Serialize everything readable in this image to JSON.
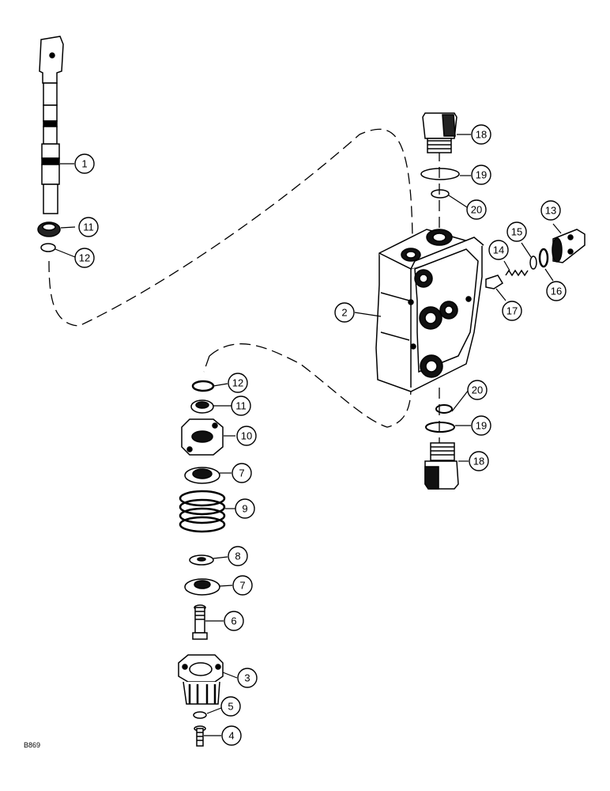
{
  "figure_code": "B869",
  "callouts": [
    {
      "id": "c1",
      "number": "1"
    },
    {
      "id": "c11a",
      "number": "11"
    },
    {
      "id": "c12a",
      "number": "12"
    },
    {
      "id": "c18a",
      "number": "18"
    },
    {
      "id": "c19a",
      "number": "19"
    },
    {
      "id": "c20a",
      "number": "20"
    },
    {
      "id": "c13",
      "number": "13"
    },
    {
      "id": "c14",
      "number": "14"
    },
    {
      "id": "c15",
      "number": "15"
    },
    {
      "id": "c16",
      "number": "16"
    },
    {
      "id": "c17",
      "number": "17"
    },
    {
      "id": "c2",
      "number": "2"
    },
    {
      "id": "c12b",
      "number": "12"
    },
    {
      "id": "c11b",
      "number": "11"
    },
    {
      "id": "c10",
      "number": "10"
    },
    {
      "id": "c20b",
      "number": "20"
    },
    {
      "id": "c19b",
      "number": "19"
    },
    {
      "id": "c18b",
      "number": "18"
    },
    {
      "id": "c7a",
      "number": "7"
    },
    {
      "id": "c9",
      "number": "9"
    },
    {
      "id": "c8",
      "number": "8"
    },
    {
      "id": "c7b",
      "number": "7"
    },
    {
      "id": "c6",
      "number": "6"
    },
    {
      "id": "c3",
      "number": "3"
    },
    {
      "id": "c5",
      "number": "5"
    },
    {
      "id": "c4",
      "number": "4"
    }
  ]
}
